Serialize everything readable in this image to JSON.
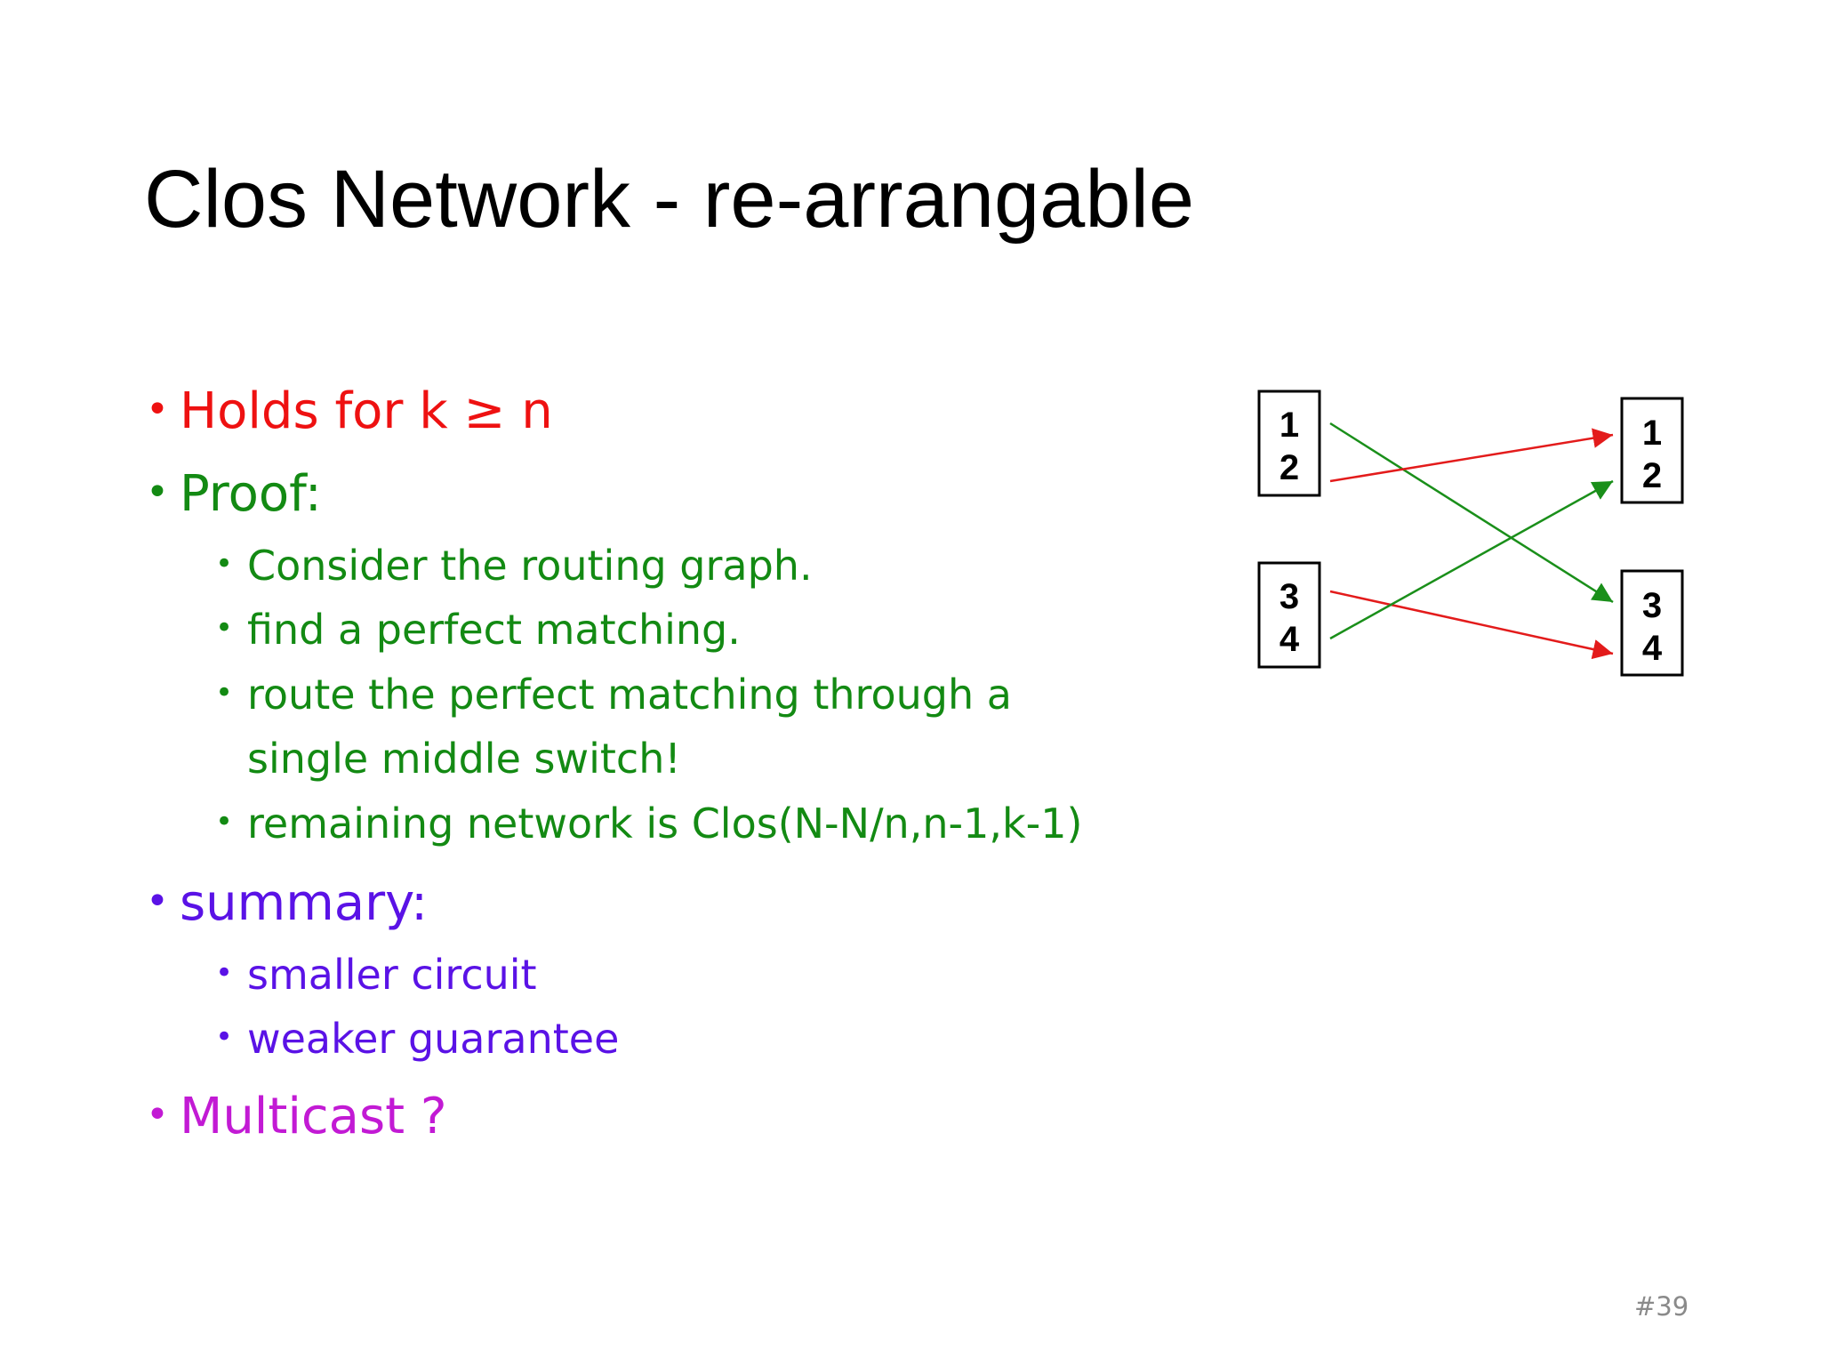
{
  "slide": {
    "title": "Clos Network - re-arrangable",
    "page_number": "#39"
  },
  "bullets": [
    {
      "text": "Holds for k ≥ n",
      "level": 1,
      "color": "#ee1111"
    },
    {
      "text": "Proof:",
      "level": 1,
      "color": "#138a13"
    },
    {
      "text": "Consider the routing graph.",
      "level": 2,
      "color": "#138a13"
    },
    {
      "text": "find a perfect matching.",
      "level": 2,
      "color": "#138a13"
    },
    {
      "text": "route the perfect matching through a",
      "level": 2,
      "color": "#138a13"
    },
    {
      "text": "single middle switch!",
      "level": 2,
      "color": "#138a13"
    },
    {
      "text": "remaining network is Clos(N-N/n,n-1,k-1)",
      "level": 2,
      "color": "#138a13"
    },
    {
      "text": "summary:",
      "level": 1,
      "color": "#5a12e6"
    },
    {
      "text": "smaller circuit",
      "level": 2,
      "color": "#5a12e6"
    },
    {
      "text": "weaker guarantee",
      "level": 2,
      "color": "#5a12e6"
    },
    {
      "text": "Multicast ?",
      "level": 1,
      "color": "#c21ad4"
    }
  ],
  "diagram": {
    "left_boxes": [
      {
        "top": "1",
        "bottom": "2"
      },
      {
        "top": "3",
        "bottom": "4"
      }
    ],
    "right_boxes": [
      {
        "top": "1",
        "bottom": "2"
      },
      {
        "top": "3",
        "bottom": "4"
      }
    ],
    "edges": [
      {
        "from": "left 1",
        "to": "right 3",
        "color": "green"
      },
      {
        "from": "left 2",
        "to": "right 1",
        "color": "red"
      },
      {
        "from": "left 3",
        "to": "right 4",
        "color": "red"
      },
      {
        "from": "left 4",
        "to": "right 2",
        "color": "green"
      }
    ],
    "colors": {
      "red": "#e31b1b",
      "green": "#1a8f1a"
    }
  }
}
